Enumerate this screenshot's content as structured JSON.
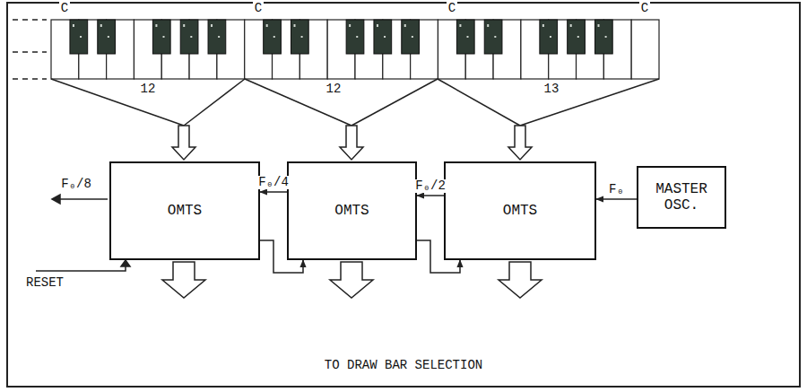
{
  "diagram": {
    "nodes": [
      {
        "text": [
          "OMTS"
        ]
      },
      {
        "text": [
          "OMTS"
        ]
      },
      {
        "text": [
          "OMTS"
        ]
      },
      {
        "text": [
          "MASTER OSC."
        ]
      }
    ],
    "edges": [
      {
        "from": 3,
        "to": 2,
        "label": "F₀",
        "arrow": "to"
      },
      {
        "from": 2,
        "to": 1,
        "label": "F₀/2",
        "arrow": "to"
      },
      {
        "from": 1,
        "to": 0,
        "label": "F₀/4",
        "arrow": "to"
      },
      {
        "from": 0,
        "to": 1,
        "arrow": "to"
      },
      {
        "from": 1,
        "to": 2,
        "arrow": "to"
      }
    ],
    "labels": [
      "C",
      "C",
      "C",
      "C",
      "12",
      "12",
      "13",
      "F₀/8",
      "RESET",
      "TO DRAW BAR SELECTION"
    ]
  }
}
